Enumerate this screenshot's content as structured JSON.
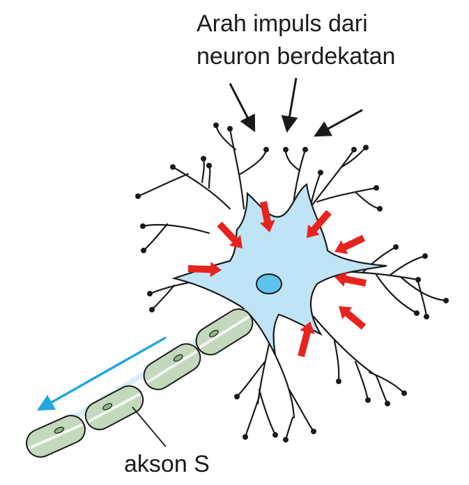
{
  "labels": {
    "impulse_line1": "Arah impuls dari",
    "impulse_line2": "neuron berdekatan",
    "axon": "akson S"
  },
  "colors": {
    "cell_body": "#bfe4f5",
    "nucleus": "#5ec4ee",
    "myelin": "#c3d8bc",
    "myelin_node": "#8fb87e",
    "axon_core": "#d9eef8",
    "input_arrow": "#e8231e",
    "output_arrow": "#22a7e0",
    "outline": "#1a1a1a"
  }
}
